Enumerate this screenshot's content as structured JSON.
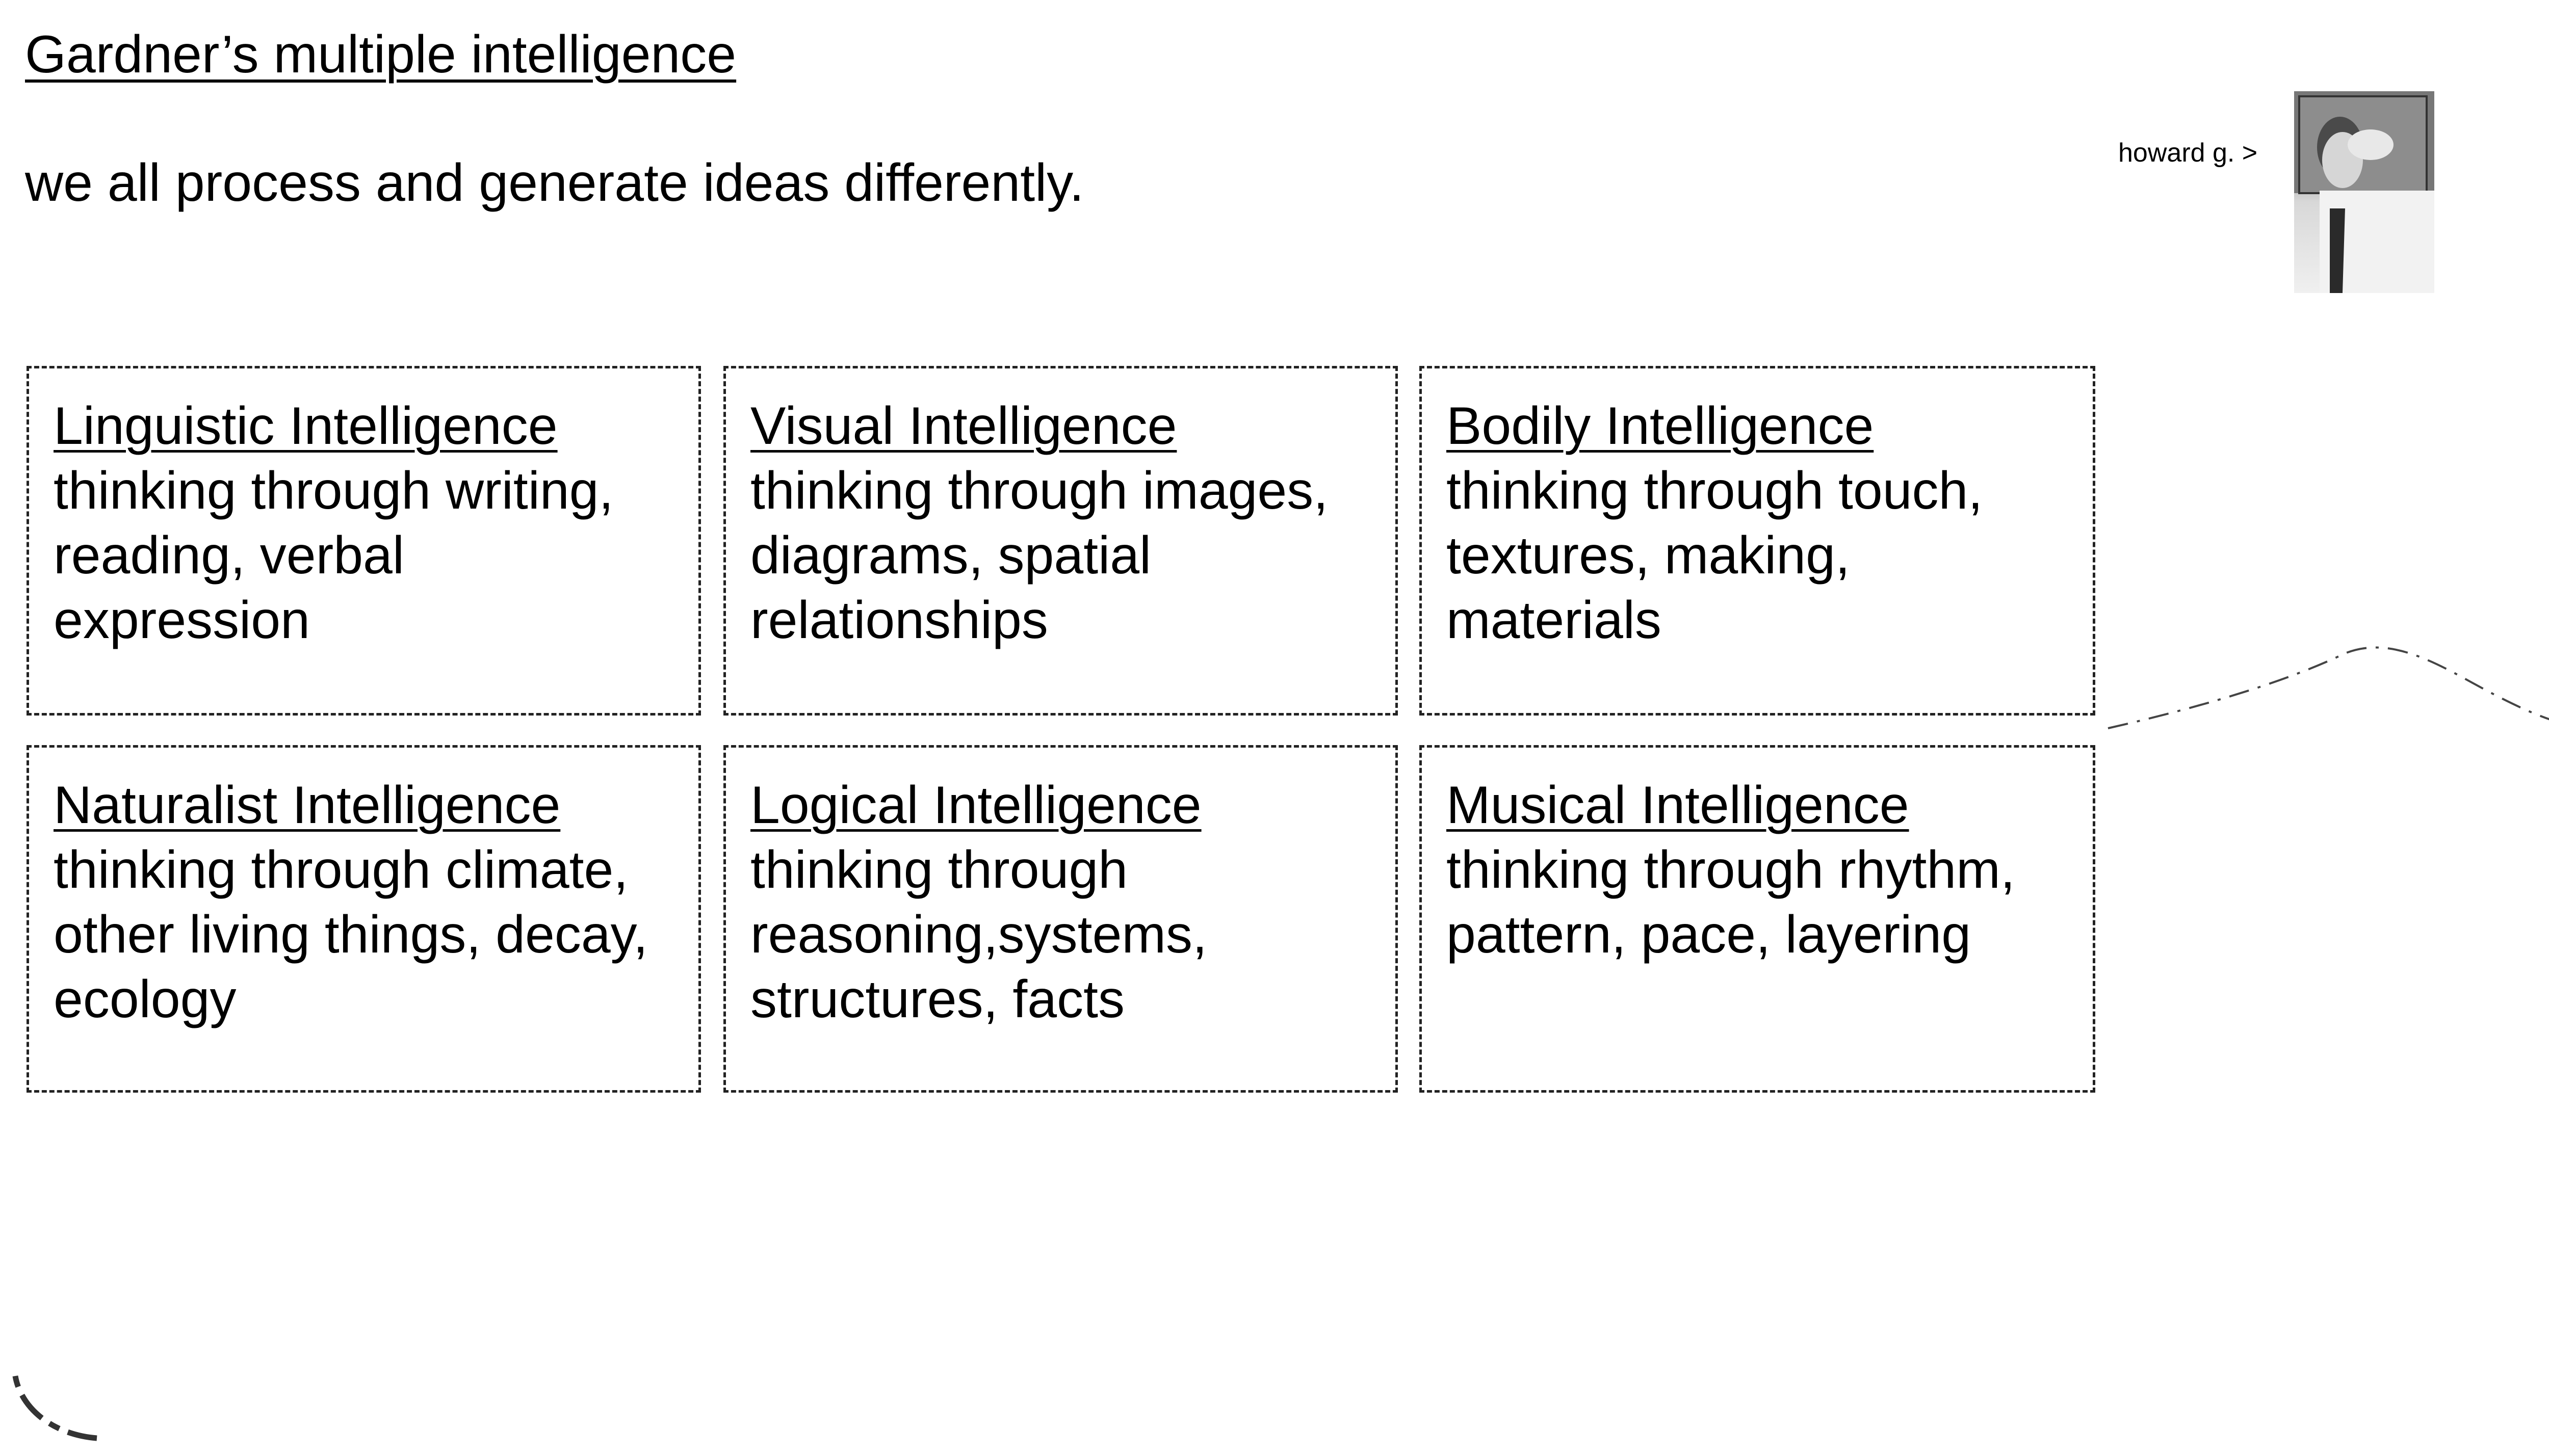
{
  "title": "Gardner’s multiple intelligence",
  "subtitle": "we all process and generate ideas differently.",
  "photo_caption": "howard g. >",
  "cards": [
    {
      "heading": "Linguistic Intelligence",
      "lines": [
        "thinking through writing,",
        "reading, verbal",
        "expression"
      ]
    },
    {
      "heading": "Visual Intelligence",
      "lines": [
        "thinking through images,",
        "diagrams, spatial",
        "relationships"
      ]
    },
    {
      "heading": "Bodily Intelligence",
      "lines": [
        "thinking through touch,",
        "textures, making,",
        "materials"
      ]
    },
    {
      "heading": "Naturalist Intelligence",
      "lines": [
        "thinking through climate,",
        "other living things, decay,",
        "ecology"
      ]
    },
    {
      "heading": "Logical Intelligence",
      "lines": [
        "thinking through",
        "reasoning,systems,",
        "structures, facts"
      ]
    },
    {
      "heading": "Musical Intelligence",
      "lines": [
        "thinking through rhythm,",
        "pattern, pace, layering"
      ]
    }
  ]
}
